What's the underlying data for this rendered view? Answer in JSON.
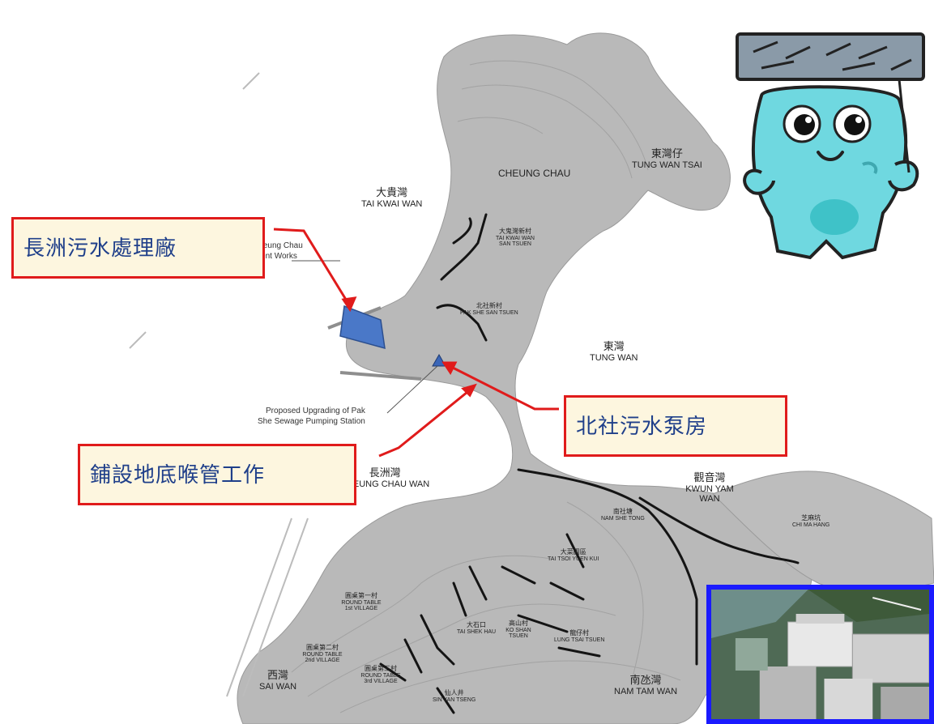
{
  "places": {
    "cheung_chau": {
      "en": "CHEUNG CHAU"
    },
    "tung_wan_tsai": {
      "zh": "東灣仔",
      "en": "TUNG WAN TSAI"
    },
    "tai_kwai_wan": {
      "zh": "大貴灣",
      "en": "TAI KWAI WAN"
    },
    "tai_kwai_wan_san_tsuen": {
      "zh": "大鬼灣新村",
      "en": "TAI KWAI WAN SAN TSUEN"
    },
    "pak_she_san_tsuen": {
      "zh": "北社新村",
      "en": "PAK SHE SAN TSUEN"
    },
    "tung_wan": {
      "zh": "東灣",
      "en": "TUNG WAN"
    },
    "cheung_chau_wan": {
      "zh": "長洲灣",
      "en": "CHEUNG CHAU WAN"
    },
    "kwun_yam_wan": {
      "zh": "觀音灣",
      "en": "KWUN YAM WAN"
    },
    "chi_ma_hang": {
      "zh": "芝麻坑",
      "en": "CHI MA HANG"
    },
    "nam_she_tong": {
      "zh": "南社塘",
      "en": "NAM SHE TONG"
    },
    "tai_tsoi_yuen_kui": {
      "zh": "大菜園區",
      "en": "TAI TSOI YUEN KUI"
    },
    "round_table_1st": {
      "zh": "圓桌第一村",
      "en": "ROUND TABLE 1st VILLAGE"
    },
    "tai_shek_hau": {
      "zh": "大石口",
      "en": "TAI SHEK HAU"
    },
    "ko_shan_tsuen": {
      "zh": "高山村",
      "en": "KO SHAN TSUEN"
    },
    "round_table_2nd": {
      "zh": "圓桌第二村",
      "en": "ROUND TABLE 2nd VILLAGE"
    },
    "round_table_3rd": {
      "zh": "圓桌第三村",
      "en": "ROUND TABLE 3rd VILLAGE"
    },
    "lung_tsai_tsuen": {
      "zh": "龍仔村",
      "en": "LUNG TSAI TSUEN"
    },
    "sai_wan": {
      "zh": "西灣",
      "en": "SAI WAN"
    },
    "sun_yan_tseng": {
      "zh": "仙人井",
      "en": "SIN YAN TSENG"
    },
    "nam_tam_wan": {
      "zh": "南氹灣",
      "en": "NAM TAM WAN"
    }
  },
  "notes": {
    "stw_line1": "Upgrading of Cheung Chau",
    "stw_line2": "Sewage Treatment Works",
    "pump_line1": "Proposed Upgrading of Pak",
    "pump_line2": "She Sewage Pumping Station"
  },
  "callouts": {
    "treatment_works": "長洲污水處理廠",
    "pumping_station": "北社污水泵房",
    "pipe_laying": "鋪設地底喉管工作"
  },
  "colors": {
    "land": "#b9b9b9",
    "sewer": "#141414",
    "callout_border": "#e01b1b",
    "callout_text": "#1f3f8a",
    "site_fill": "#4a78c8",
    "photo_border": "#1a1aff",
    "mascot_body": "#6fd8e0"
  },
  "icons": {
    "pump_marker": "triangle-icon",
    "mascot": "mascot-icon"
  }
}
